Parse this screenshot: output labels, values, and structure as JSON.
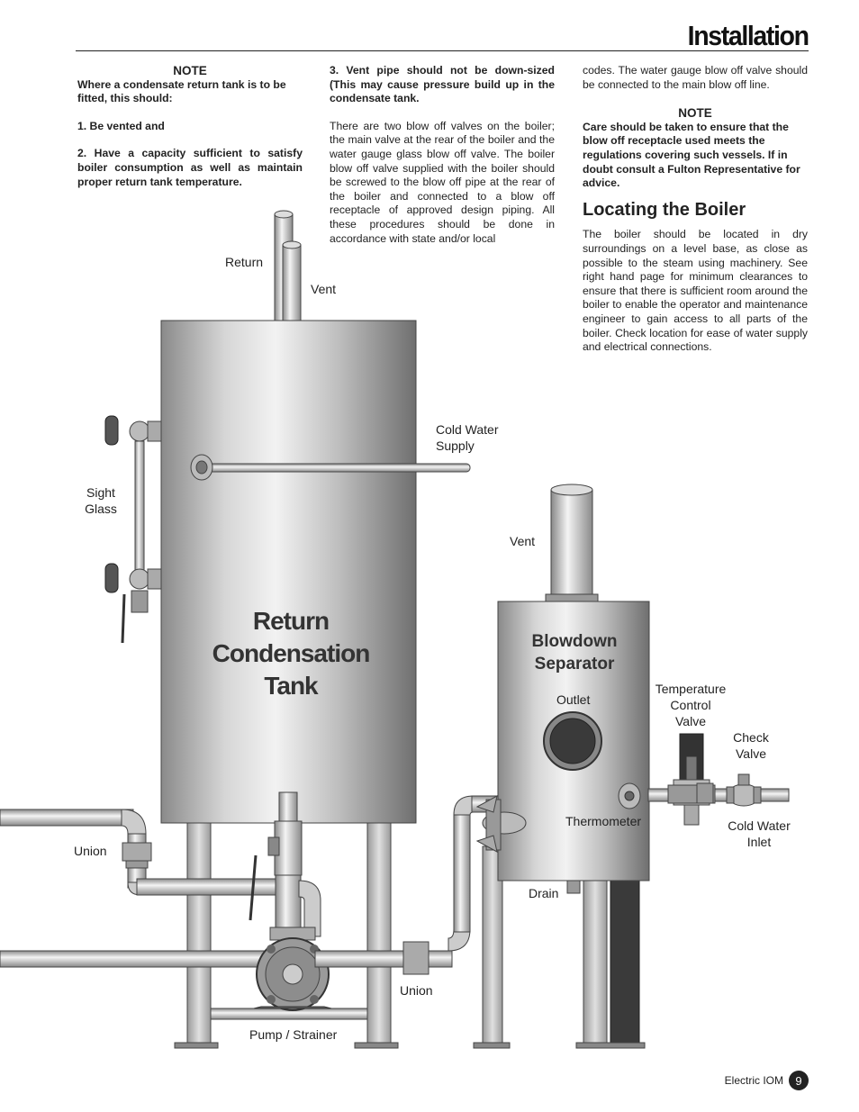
{
  "header": {
    "section_title": "Installation"
  },
  "col1": {
    "note_heading": "NOTE",
    "intro": "Where a condensate return tank is to be fitted, this should:",
    "item1": "1.  Be vented and",
    "item2": "2.  Have a capacity sufficient to satisfy boiler consumption as well as maintain proper return tank temperature."
  },
  "col2": {
    "item3": "3.  Vent pipe should not be down-sized (This may cause pressure build up in the condensate tank.",
    "para": "There are two blow off valves on the boiler; the main valve at the rear of the boiler and the water gauge glass blow off valve. The boiler blow off valve supplied with the boiler should be screwed to the blow off pipe at the rear of the boiler and connected to a blow off receptacle of approved design piping. All these procedures should be done in accordance with state and/or local"
  },
  "col3": {
    "cont": "codes. The water gauge blow off valve should be connected to the main blow off line.",
    "note_heading": "NOTE",
    "note_text": "Care should be taken to ensure that the blow off receptacle used meets the regulations covering such vessels.  If in doubt consult a Fulton Representative for advice.",
    "heading": "Locating the Boiler",
    "para": "The boiler should be located in dry surroundings on a level base, as close as possible to the steam using machinery. See right hand page for minimum clearances to ensure that there is sufficient room around the boiler to enable the operator and maintenance engineer to gain access to all parts of the boiler. Check location for ease of water supply and electrical connections."
  },
  "diagram": {
    "tank_title_1": "Return",
    "tank_title_2": "Condensation",
    "tank_title_3": "Tank",
    "sep_title_1": "Blowdown",
    "sep_title_2": "Separator",
    "labels": {
      "return": "Return",
      "vent_tank": "Vent",
      "cold_water_supply_1": "Cold Water",
      "cold_water_supply_2": "Supply",
      "sight_glass_1": "Sight",
      "sight_glass_2": "Glass",
      "vent_sep": "Vent",
      "outlet": "Outlet",
      "temp_valve_1": "Temperature",
      "temp_valve_2": "Control",
      "temp_valve_3": "Valve",
      "check_valve_1": "Check",
      "check_valve_2": "Valve",
      "thermometer": "Thermometer",
      "cold_water_inlet_1": "Cold Water",
      "cold_water_inlet_2": "Inlet",
      "union_left": "Union",
      "union_bottom": "Union",
      "drain": "Drain",
      "pump": "Pump / Strainer"
    }
  },
  "footer": {
    "doc": "Electric IOM",
    "page": "9"
  }
}
